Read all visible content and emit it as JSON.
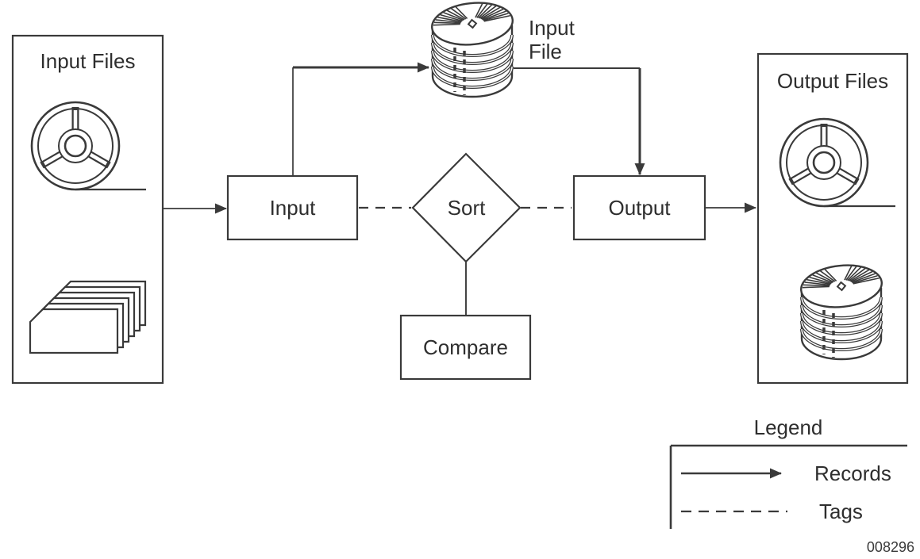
{
  "diagram": {
    "containers": {
      "input_files": {
        "title": "Input Files"
      },
      "output_files": {
        "title": "Output Files"
      }
    },
    "nodes": {
      "input": {
        "label": "Input"
      },
      "sort": {
        "label": "Sort"
      },
      "output": {
        "label": "Output"
      },
      "compare": {
        "label": "Compare"
      }
    },
    "datastore": {
      "label_line1": "Input",
      "label_line2": "File"
    },
    "icons": {
      "left_container": [
        "tape-reel-icon",
        "punched-card-deck-icon"
      ],
      "top_center": "disk-stack-icon",
      "right_container": [
        "tape-reel-icon",
        "disk-stack-icon"
      ]
    },
    "legend": {
      "title": "Legend",
      "items": [
        {
          "symbol": "solid-arrow",
          "label": "Records"
        },
        {
          "symbol": "dashed-line",
          "label": "Tags"
        }
      ]
    },
    "figure_number": "008296",
    "colors": {
      "stroke": "#3a3a3a",
      "text": "#2e2e2e",
      "background": "#ffffff"
    }
  }
}
